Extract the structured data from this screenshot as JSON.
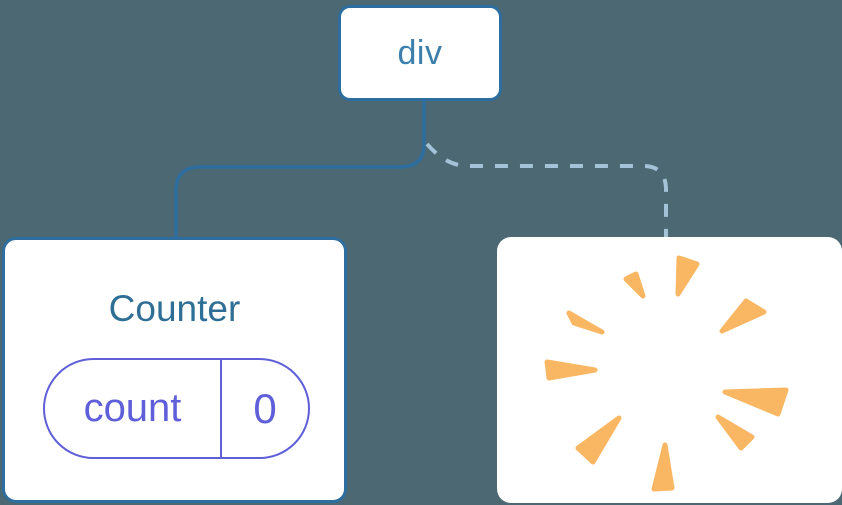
{
  "diagram": {
    "description": "React component tree diagram: div root with Counter child (kept, solid line) and removed child (dashed line, poof effect)",
    "root_node": {
      "label": "div"
    },
    "counter_node": {
      "title": "Counter",
      "state": {
        "key": "count",
        "value": "0"
      }
    },
    "removed_node": {
      "icon": "poof-sparkle-icon"
    },
    "colors": {
      "background": "#4C6872",
      "node_fill": "#FFFFFF",
      "node_border": "#2D6E9E",
      "solid_line": "#2D6E9E",
      "dashed_line": "#A4C2D8",
      "root_label_text": "#3D7FAC",
      "counter_title_text": "#2F6E95",
      "state_pill_purple": "#5F5FD9",
      "poof_orange": "#F9B763"
    }
  }
}
